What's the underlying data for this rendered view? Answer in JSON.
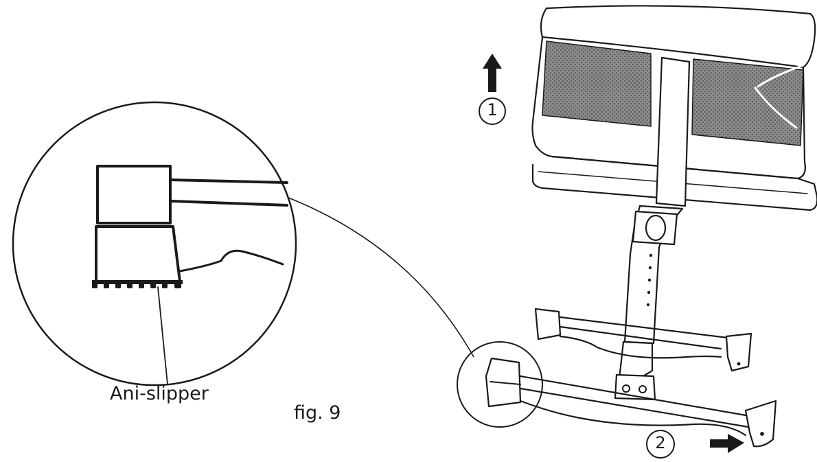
{
  "labels": {
    "anti_slipper": "Ani-slipper",
    "figure_caption": "fig. 9",
    "step_1": "1",
    "step_2": "2"
  },
  "colors": {
    "line": "#1a1a1a",
    "mesh": "#7a7a7a",
    "background": "#ffffff"
  },
  "icons": {
    "up_arrow": "arrow-up-icon",
    "right_arrow": "arrow-right-icon"
  }
}
